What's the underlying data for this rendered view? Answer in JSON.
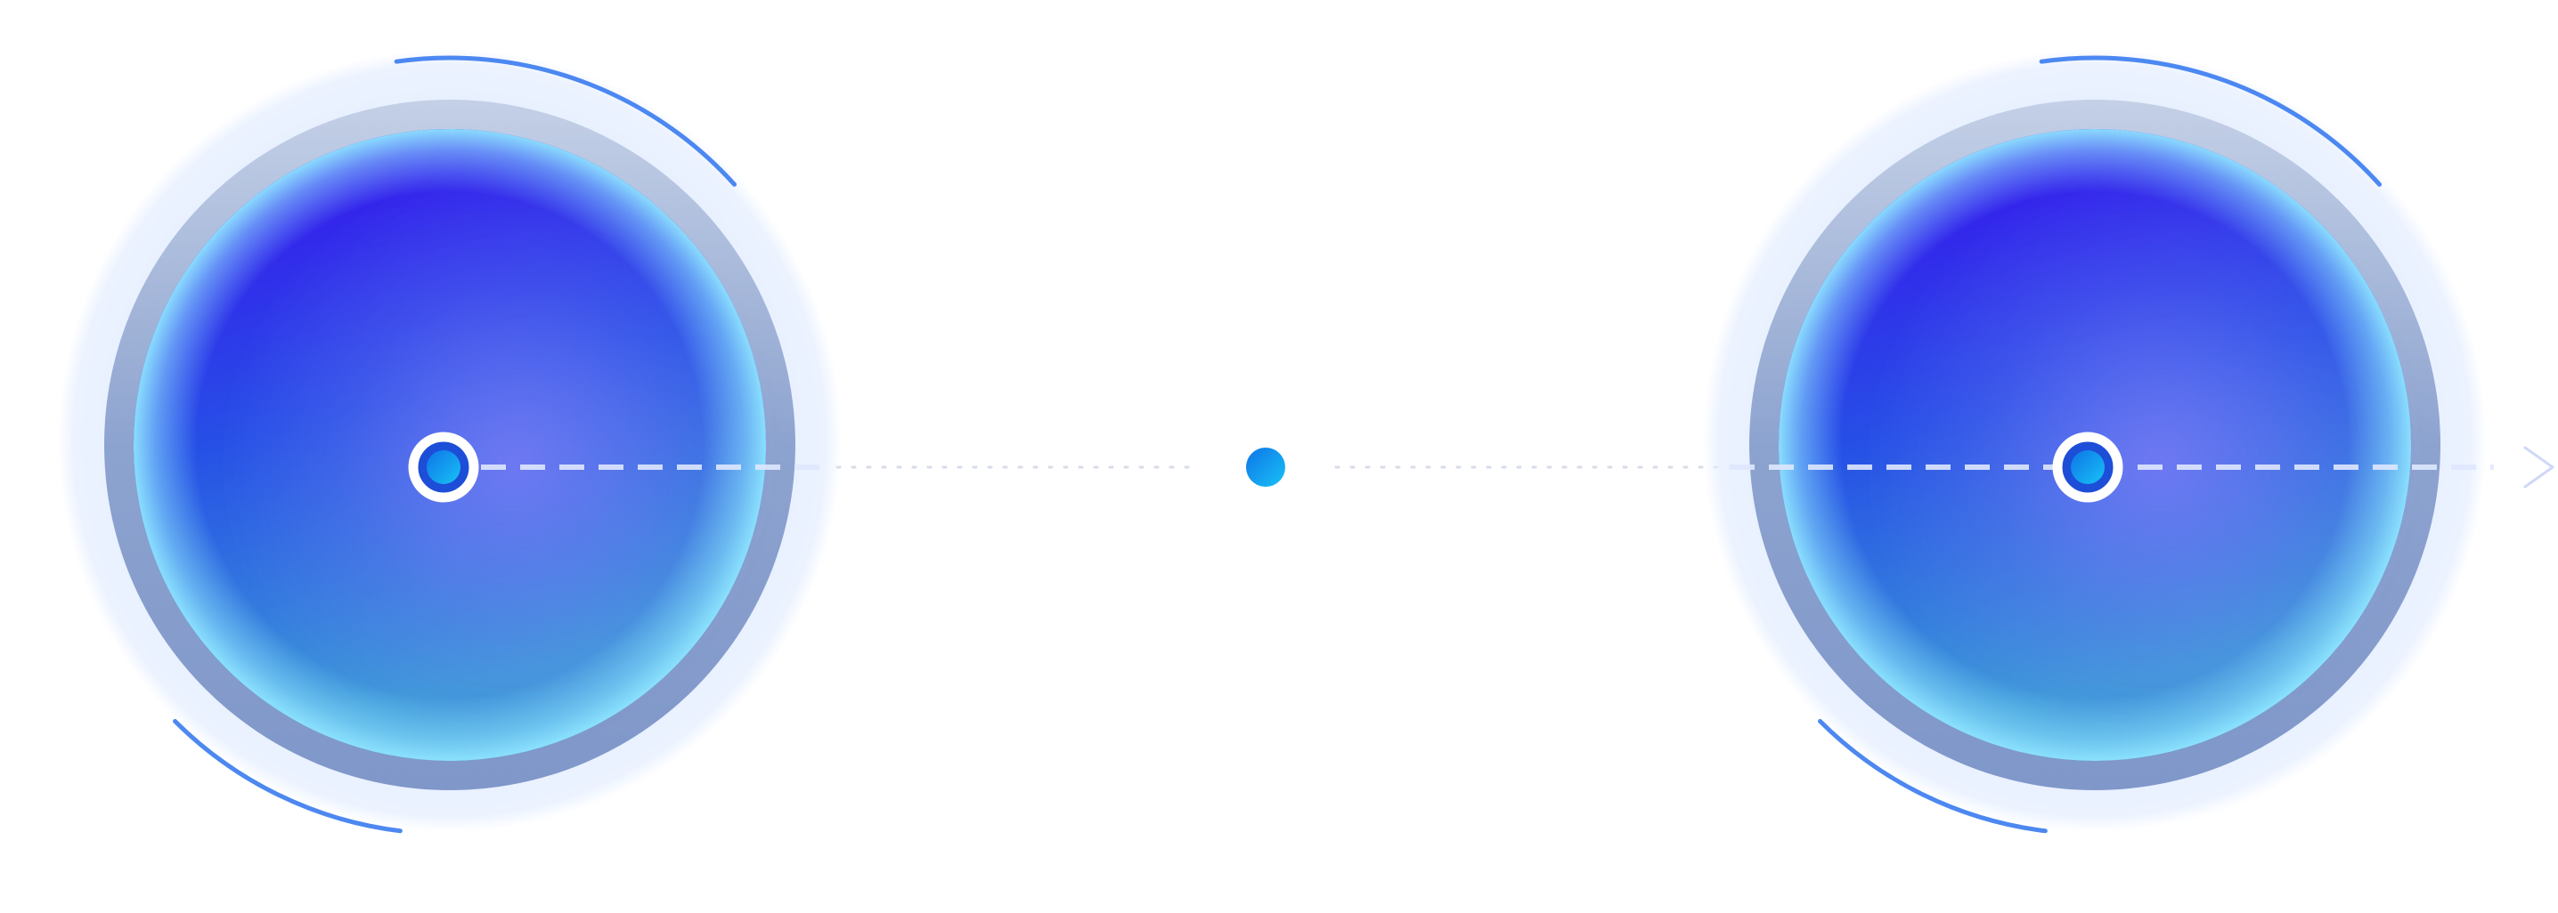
{
  "scene": {
    "colors": {
      "background": "#ffffff",
      "halo": "#e6efff",
      "halo_arc": "#3a7bf0",
      "bezel": "#8da3cf",
      "bezel_highlight": "#c4d0e6",
      "rim": "#8fe4ff",
      "sphere_top": "#3a10ee",
      "sphere_mid": "#2650e6",
      "sphere_bottom": "#3d9ad8",
      "sphere_glow": "#7a7cf5",
      "connector_dash": "#dfe8ff",
      "connector_dots": "#d6dde8",
      "node_ring": "#ffffff",
      "node_core_a": "#0e74e8",
      "node_core_b": "#18c2f5",
      "arrow": "#cfd9f5"
    },
    "spheres": [
      {
        "name": "left-sphere"
      },
      {
        "name": "right-sphere"
      }
    ],
    "nodes": [
      {
        "name": "left-center-node",
        "style": "ringed"
      },
      {
        "name": "middle-node",
        "style": "plain"
      },
      {
        "name": "right-center-node",
        "style": "ringed"
      }
    ],
    "connector": {
      "style": "dashed",
      "ends_with": "arrow-icon"
    }
  }
}
